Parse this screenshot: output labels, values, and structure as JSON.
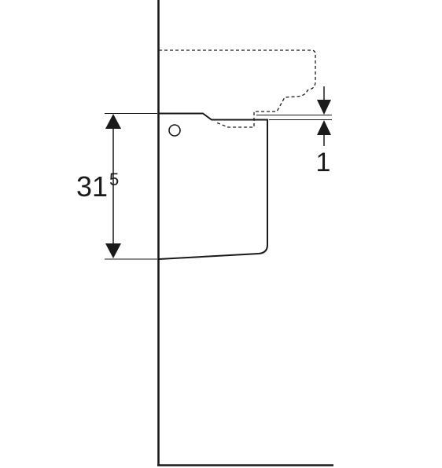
{
  "dimensions": {
    "height_main": "31",
    "height_main_superscript": "5",
    "offset": "1"
  },
  "colors": {
    "line": "#1a1a1a",
    "background": "#ffffff"
  }
}
